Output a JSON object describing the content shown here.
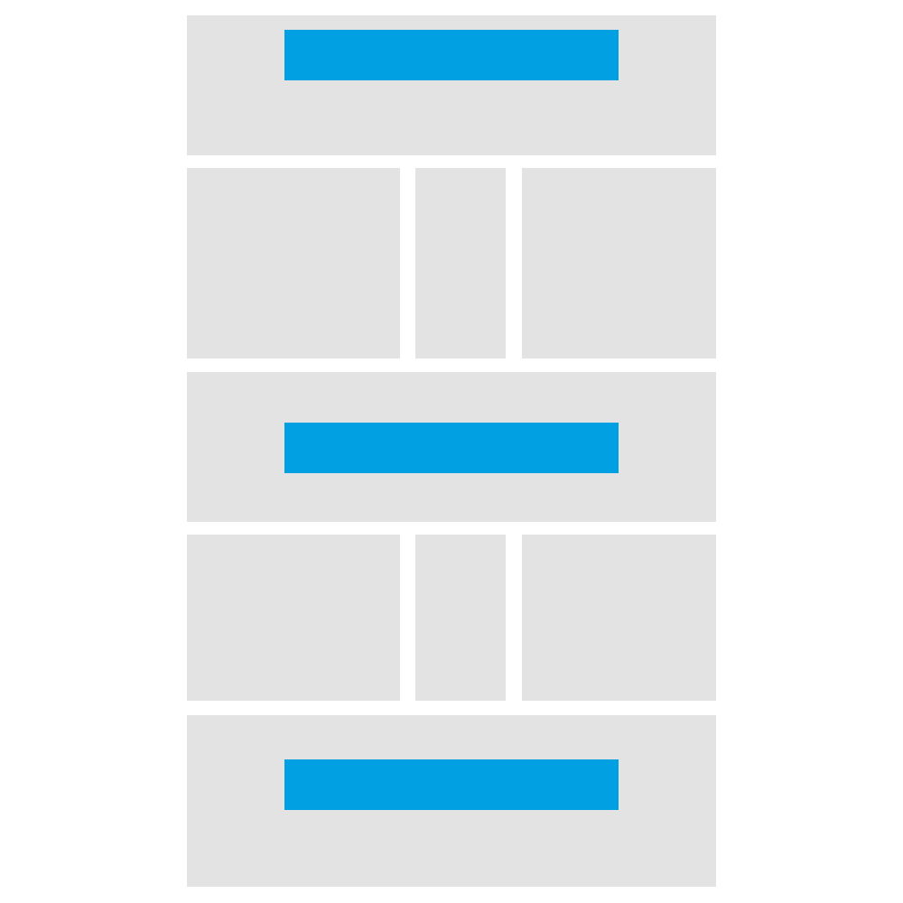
{
  "colors": {
    "background": "#ffffff",
    "block": "#e3e3e3",
    "accent_bar": "#00a0e3"
  },
  "layout_rows": [
    {
      "type": "banner",
      "has_bar": true
    },
    {
      "type": "three-column"
    },
    {
      "type": "banner",
      "has_bar": true
    },
    {
      "type": "three-column"
    },
    {
      "type": "banner",
      "has_bar": true
    }
  ]
}
